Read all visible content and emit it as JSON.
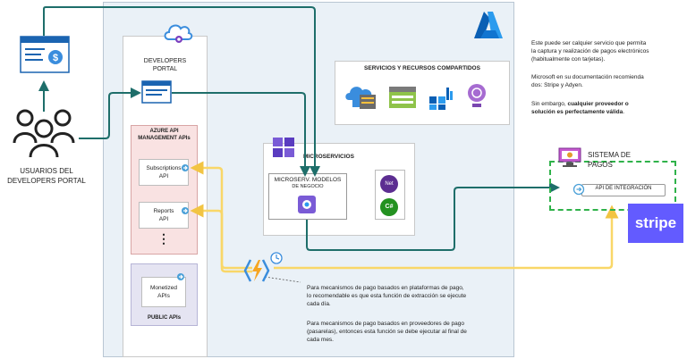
{
  "actors": {
    "users_label_1": "USUARIOS DEL",
    "users_label_2": "DEVELOPERS PORTAL"
  },
  "azure": {
    "name": "Azure",
    "portal_label_1": "DEVELOPERS",
    "portal_label_2": "PORTAL"
  },
  "apim": {
    "title_1": "AZURE API",
    "title_2": "MANAGEMENT APIs",
    "subscriptions_1": "Subscriptions",
    "subscriptions_2": "API",
    "reports_1": "Reports",
    "reports_2": "API",
    "ellipsis": "⋮"
  },
  "public_apis": {
    "monetized_1": "Monetized",
    "monetized_2": "APIs",
    "footer": "PUBLIC APIs"
  },
  "shared": {
    "title": "SERVICIOS Y RECURSOS COMPARTIDOS"
  },
  "micro": {
    "title": "MICROSERVICIOS",
    "model_1": "MICROSERV. MODELOS",
    "model_2": "DE NEGOCIO",
    "net_label": "Net",
    "cs_label": "C#"
  },
  "payments": {
    "title_1": "SISTEMA DE",
    "title_2": "PAGOS",
    "integration": "API DE INTEGRACIÓN",
    "stripe": "stripe"
  },
  "info": {
    "p1_l1": "Este puede ser calquier servicio que permita",
    "p1_l2": "la captura y realización de pagos electrónicos",
    "p1_l3": "(habitualmente con tarjetas).",
    "p2_l1": "Microsoft en su documentación recomienda",
    "p2_l2": "dos: Stripe y Adyen.",
    "p3_l1_pre": "Sin embargo, ",
    "p3_l1_bold": "cualquier proveedor o",
    "p3_l2_bold": "solución es perfectamente válida",
    "p3_l2_post": "."
  },
  "function_note": {
    "a1": "Para mecanismos de pago basados en plataformas de pago,",
    "a2": "lo recomendable es que esta función de extracción se ejecute",
    "a3": "cada día.",
    "b1": "Para mecanismos de pago basados en proveedores de pago",
    "b2": "(pasarelas), entonces esta función se debe ejecutar al final de",
    "b3": "cada mes."
  },
  "colors": {
    "teal": "#1e6e6a",
    "yellow": "#f9d768",
    "green_dash": "#2fb24a",
    "azure_blue": "#0078d4",
    "stripe": "#635bff"
  }
}
